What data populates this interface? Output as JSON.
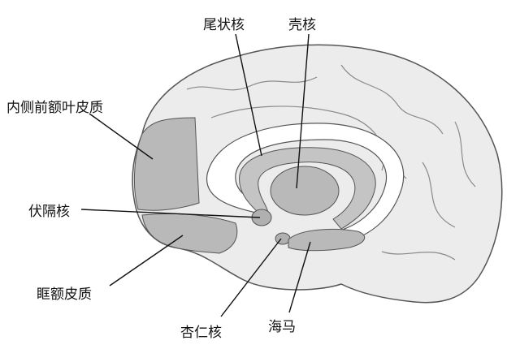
{
  "title": "Brain reward circuit structures",
  "labels": {
    "caudate": "尾状核",
    "putamen": "壳核",
    "mpfc": "内侧前额叶皮质",
    "nacc": "伏隔核",
    "ofc": "眶额皮质",
    "amygdala": "杏仁核",
    "hippocampus": "海马"
  },
  "colors": {
    "brain_fill": "#ececec",
    "highlight": "#b9b9b9",
    "inner": "#ffffff",
    "outline": "#555555"
  }
}
